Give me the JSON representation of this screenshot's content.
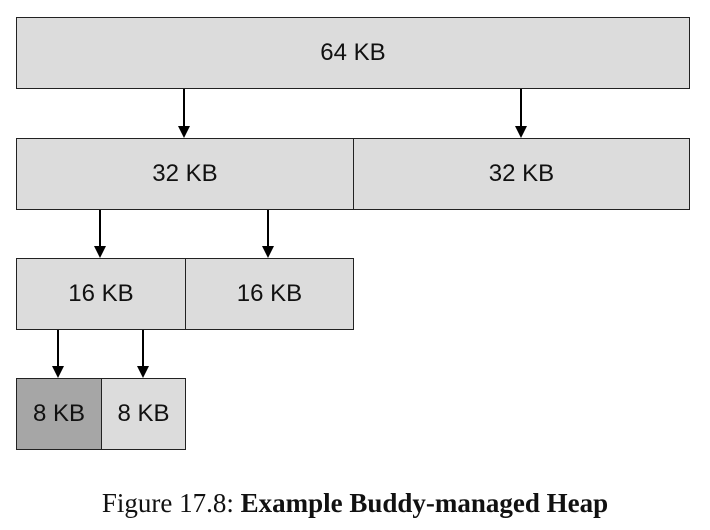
{
  "diagram": {
    "blocks": {
      "level0": {
        "label": "64 KB"
      },
      "level1_left": {
        "label": "32 KB"
      },
      "level1_right": {
        "label": "32 KB"
      },
      "level2_left": {
        "label": "16 KB"
      },
      "level2_right": {
        "label": "16 KB"
      },
      "level3_left": {
        "label": "8 KB",
        "state": "allocated",
        "color": "#a6a6a6"
      },
      "level3_right": {
        "label": "8 KB",
        "state": "free",
        "color": "#dcdcdc"
      }
    },
    "free_block_color": "#dcdcdc"
  },
  "caption": {
    "prefix": "Figure 17.8:",
    "title": "Example Buddy-managed Heap"
  }
}
